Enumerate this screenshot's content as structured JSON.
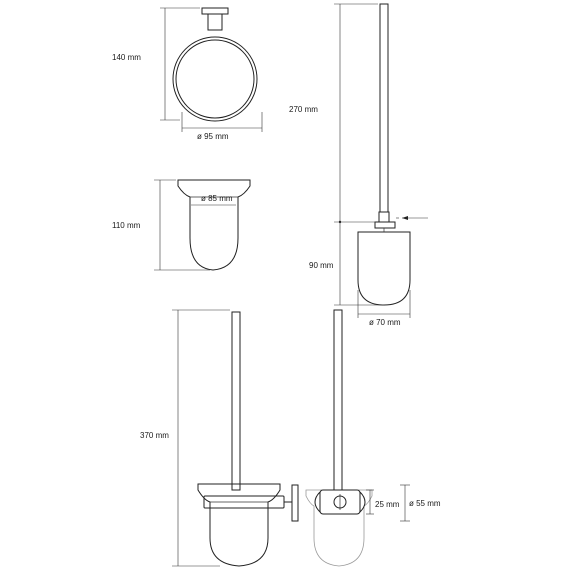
{
  "dimensions": {
    "holder_height": "140 mm",
    "holder_ring_diameter": "ø 95 mm",
    "cup_diameter": "ø 85 mm",
    "cup_height": "110 mm",
    "brush_handle_length": "270 mm",
    "brush_head_length": "90 mm",
    "brush_head_diameter": "ø 70 mm",
    "assembly_height": "370 mm",
    "wall_plate_depth": "25 mm",
    "wall_plate_diameter": "ø 55 mm"
  }
}
